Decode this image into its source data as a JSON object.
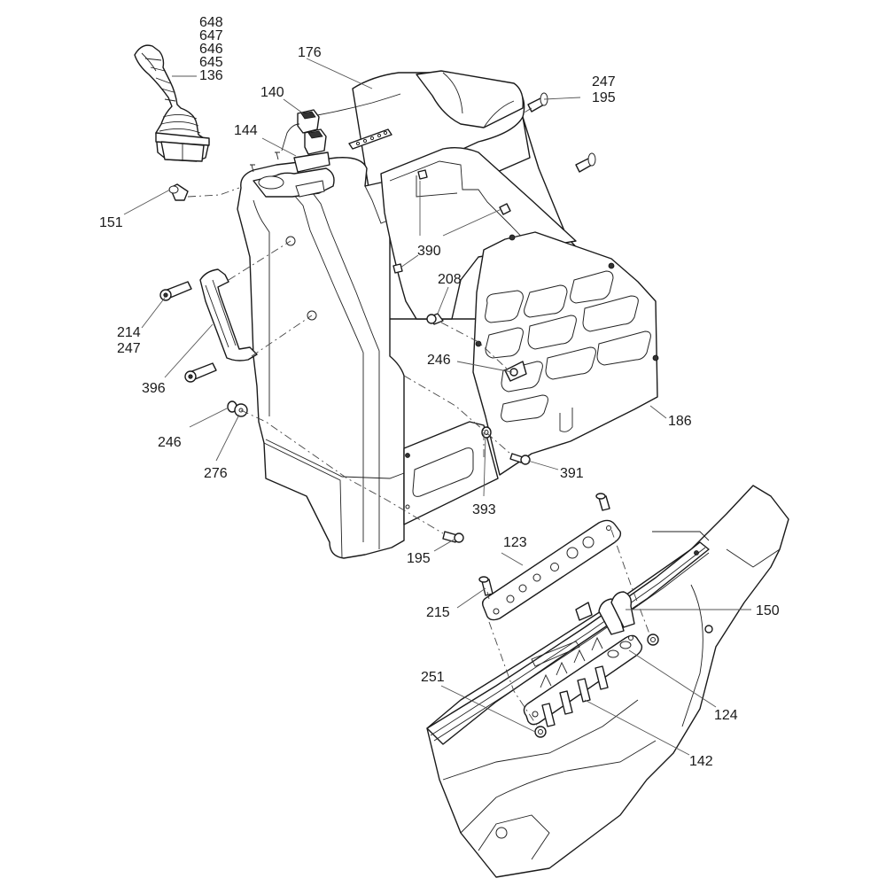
{
  "diagram": {
    "title": "Exploded view - operator control console",
    "line_color": "#1a1a1a",
    "background": "#ffffff",
    "callouts": [
      {
        "id": "c648",
        "label": "648",
        "part": "joystick"
      },
      {
        "id": "c647",
        "label": "647",
        "part": "joystick"
      },
      {
        "id": "c646",
        "label": "646",
        "part": "joystick"
      },
      {
        "id": "c645",
        "label": "645",
        "part": "joystick"
      },
      {
        "id": "c136",
        "label": "136",
        "part": "joystick"
      },
      {
        "id": "c176",
        "label": "176",
        "part": "console-cover"
      },
      {
        "id": "c247a",
        "label": "247",
        "part": "pin"
      },
      {
        "id": "c195a",
        "label": "195",
        "part": "pin"
      },
      {
        "id": "c140",
        "label": "140",
        "part": "switch"
      },
      {
        "id": "c144",
        "label": "144",
        "part": "switch"
      },
      {
        "id": "c151",
        "label": "151",
        "part": "knob"
      },
      {
        "id": "c390",
        "label": "390",
        "part": "clip-nut"
      },
      {
        "id": "c208",
        "label": "208",
        "part": "bolt"
      },
      {
        "id": "c214",
        "label": "214",
        "part": "screw"
      },
      {
        "id": "c247b",
        "label": "247",
        "part": "washer"
      },
      {
        "id": "c396",
        "label": "396",
        "part": "handle"
      },
      {
        "id": "c246a",
        "label": "246",
        "part": "nut"
      },
      {
        "id": "c186",
        "label": "186",
        "part": "side-panel"
      },
      {
        "id": "c246b",
        "label": "246",
        "part": "nut"
      },
      {
        "id": "c276",
        "label": "276",
        "part": "washer"
      },
      {
        "id": "c391",
        "label": "391",
        "part": "screw"
      },
      {
        "id": "c393",
        "label": "393",
        "part": "grommet"
      },
      {
        "id": "c195b",
        "label": "195",
        "part": "pin"
      },
      {
        "id": "c123",
        "label": "123",
        "part": "plate"
      },
      {
        "id": "c215",
        "label": "215",
        "part": "pin"
      },
      {
        "id": "c150",
        "label": "150",
        "part": "connector"
      },
      {
        "id": "c124",
        "label": "124",
        "part": "bracket"
      },
      {
        "id": "c251",
        "label": "251",
        "part": "nut"
      },
      {
        "id": "c142",
        "label": "142",
        "part": "terminal"
      }
    ]
  }
}
